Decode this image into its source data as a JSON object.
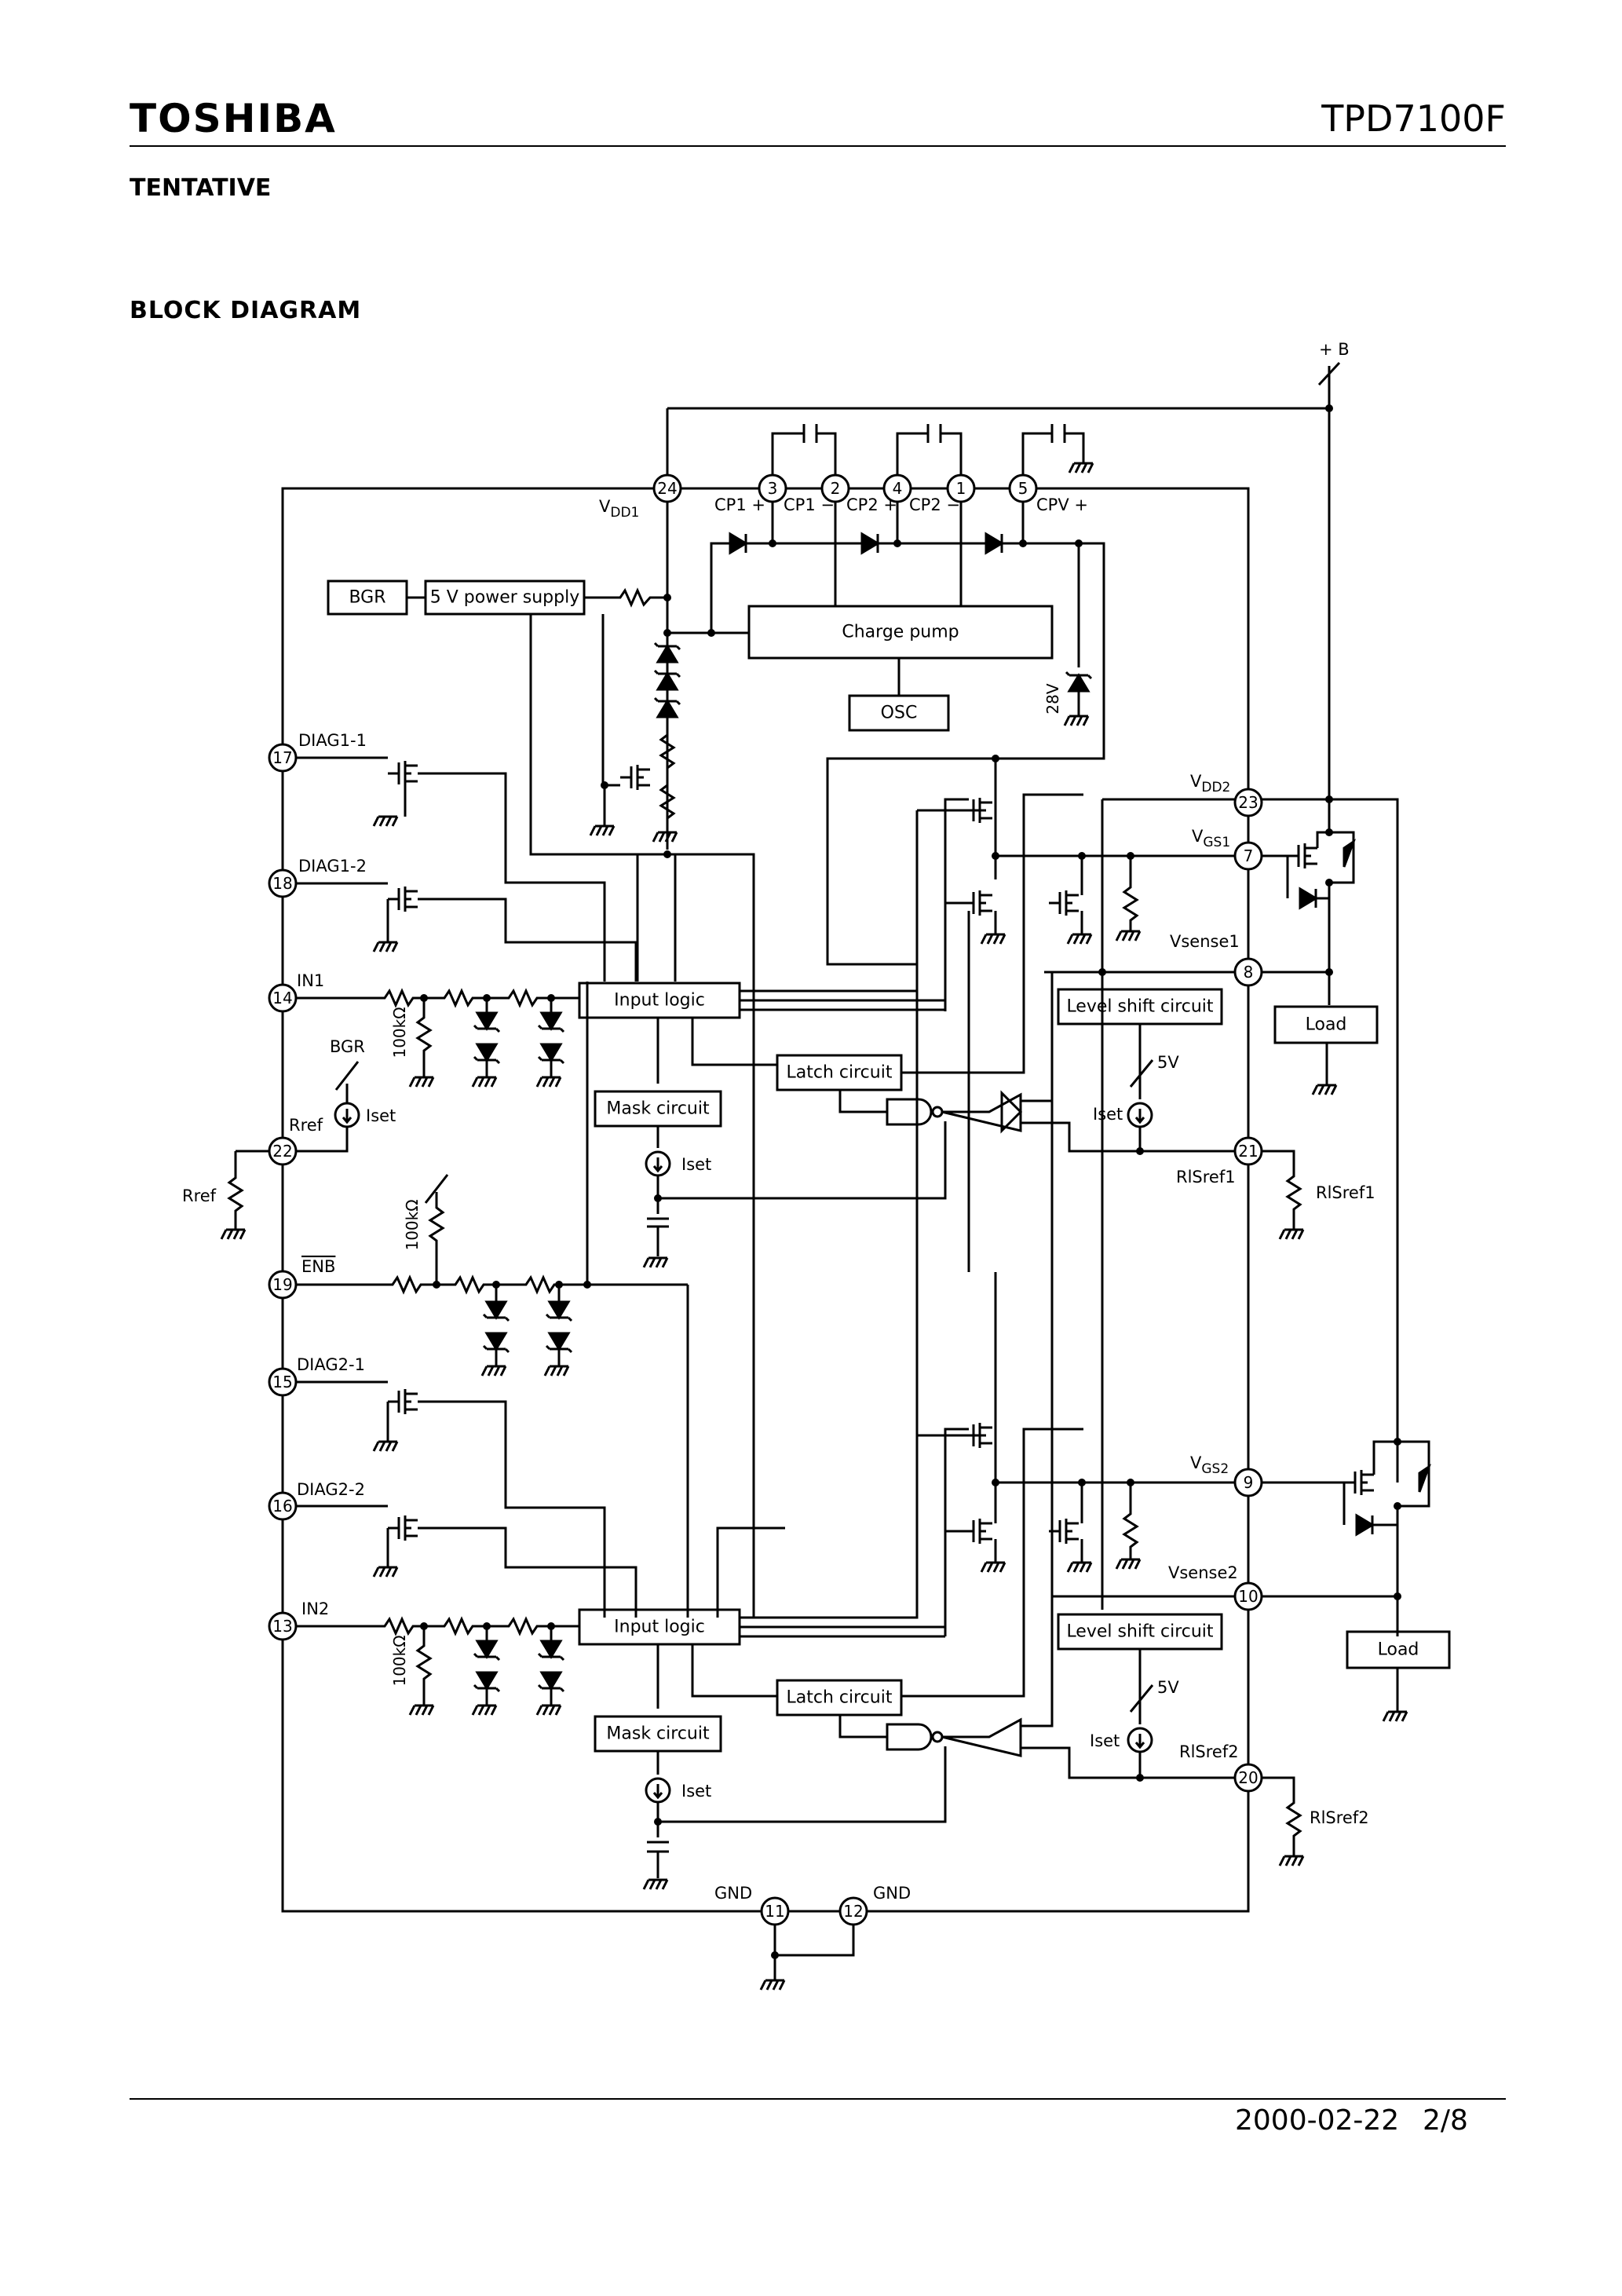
{
  "header": {
    "logo": "TOSHIBA",
    "part_number": "TPD7100F",
    "status": "TENTATIVE"
  },
  "section_title": "BLOCK DIAGRAM",
  "diagram": {
    "blocks": {
      "bgr": "BGR",
      "power_supply": "5 V power supply",
      "charge_pump": "Charge pump",
      "osc": "OSC",
      "input_logic_1": "Input logic",
      "input_logic_2": "Input logic",
      "latch_1": "Latch circuit",
      "latch_2": "Latch circuit",
      "mask_1": "Mask circuit",
      "mask_2": "Mask circuit",
      "level_shift_1": "Level shift circuit",
      "level_shift_2": "Level shift circuit",
      "load_1": "Load",
      "load_2": "Load"
    },
    "pins": {
      "p24": "24",
      "p3": "3",
      "p2": "2",
      "p4": "4",
      "p1": "1",
      "p5": "5",
      "p17": "17",
      "p18": "18",
      "p14": "14",
      "p22": "22",
      "p19": "19",
      "p15": "15",
      "p16": "16",
      "p13": "13",
      "p23": "23",
      "p7": "7",
      "p8": "8",
      "p21": "21",
      "p9": "9",
      "p10": "10",
      "p20": "20",
      "p11": "11",
      "p12": "12"
    },
    "labels": {
      "plus_b": "+ B",
      "vdd1": "V",
      "vdd1_sub": "DD1",
      "cp1p": "CP1 +",
      "cp1m": "CP1 −",
      "cp2p": "CP2 +",
      "cp2m": "CP2 −",
      "cpvp": "CPV +",
      "v28": "28V",
      "diag1_1": "DIAG1-1",
      "diag1_2": "DIAG1-2",
      "in1": "IN1",
      "bgr_small": "BGR",
      "rref_pin": "Rref",
      "iset_a": "Iset",
      "rref_ext": "Rref",
      "enb": "ENB",
      "diag2_1": "DIAG2-1",
      "diag2_2": "DIAG2-2",
      "in2": "IN2",
      "r100k_a": "100kΩ",
      "r100k_b": "100kΩ",
      "r100k_c": "100kΩ",
      "iset_mask1": "Iset",
      "iset_mask2": "Iset",
      "vdd2": "V",
      "vdd2_sub": "DD2",
      "vgs1": "V",
      "vgs1_sub": "GS1",
      "vsense1": "Vsense1",
      "v5_a": "5V",
      "iset_ls1": "Iset",
      "rlsref1_pin": "RlSref1",
      "rlsref1_ext": "RlSref1",
      "vgs2": "V",
      "vgs2_sub": "GS2",
      "vsense2": "Vsense2",
      "v5_b": "5V",
      "iset_ls2": "Iset",
      "rlsref2_pin": "RlSref2",
      "rlsref2_ext": "RlSref2",
      "gnd_a": "GND",
      "gnd_b": "GND"
    }
  },
  "footer": {
    "date": "2000-02-22",
    "page": "2/8"
  }
}
